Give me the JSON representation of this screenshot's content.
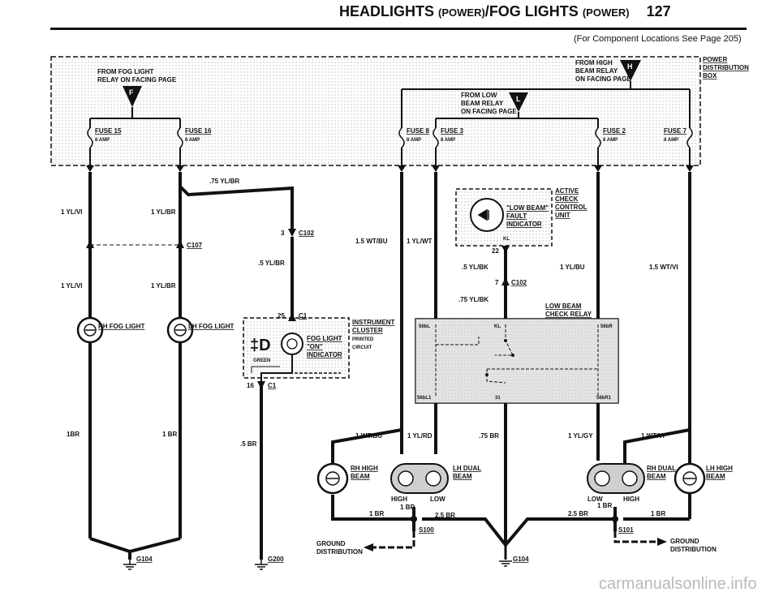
{
  "header": {
    "title_main": "HEADLIGHTS",
    "title_power1": "(POWER)",
    "title_slash": "/",
    "title_fog": "FOG LIGHTS",
    "title_power2": "(POWER)",
    "page_number": "127",
    "subtitle": "(For Component Locations See Page 205)"
  },
  "distribution_box": {
    "label_line1": "POWER",
    "label_line2": "DISTRIBUTION",
    "label_line3": "BOX",
    "from_fog_l1": "FROM FOG LIGHT",
    "from_fog_l2": "RELAY ON FACING PAGE",
    "from_fog_letter": "F",
    "from_high_l1": "FROM HIGH",
    "from_high_l2": "BEAM RELAY",
    "from_high_l3": "ON FACING PAGE",
    "from_high_letter": "H",
    "from_low_l1": "FROM LOW",
    "from_low_l2": "BEAM RELAY",
    "from_low_l3": "ON FACING PAGE",
    "from_low_letter": "L",
    "fuses": [
      {
        "name": "FUSE 15",
        "amp": "8 AMP"
      },
      {
        "name": "FUSE 16",
        "amp": "8 AMP"
      },
      {
        "name": "FUSE 8",
        "amp": "8 AMP"
      },
      {
        "name": "FUSE 3",
        "amp": "8 AMP"
      },
      {
        "name": "FUSE 2",
        "amp": "8 AMP"
      },
      {
        "name": "FUSE 7",
        "amp": "8 AMP"
      }
    ]
  },
  "wires": {
    "w_75ylbr_top": ".75 YL/BR",
    "w_1ylvi_a": "1 YL/VI",
    "w_1ylbr_a": "1 YL/BR",
    "w_1ylvi_b": "1 YL/VI",
    "w_1ylbr_b": "1 YL/BR",
    "w_5ylbr": ".5 YL/BR",
    "w_15wtbu": "1.5 WT/BU",
    "w_1ylwt": "1 YL/WT",
    "w_5ylbk": ".5 YL/BK",
    "w_75ylbk": ".75 YL/BK",
    "w_1ylbu": "1 YL/BU",
    "w_15wtvi": "1.5 WT/VI",
    "w_1br_left": "1BR",
    "w_1br_fog": "1 BR",
    "w_5br": ".5 BR",
    "w_1wtbu": "1 WT/BU",
    "w_1ylrd": "1 YL/RD",
    "w_75br": ".75 BR",
    "w_1ylgy": "1 YL/GY",
    "w_1wtvi": "1 WT/VI",
    "w_1br_g1": "1 BR",
    "w_1br_g2": "1 BR",
    "w_25br_a": "2.5 BR",
    "w_25br_b": "2.5 BR",
    "w_1br_g3": "1 BR",
    "w_1br_g4": "1 BR"
  },
  "connectors": {
    "c102_pin": "3",
    "c102": "C102",
    "c107": "C107",
    "c1_pin_top": "25",
    "c1_top": "C1",
    "c1_pin_bot": "16",
    "c1_bot": "C1",
    "c102b_pin": "7",
    "c102b": "C102",
    "pin22": "22"
  },
  "components": {
    "rh_fog": "RH FOG LIGHT",
    "lh_fog": "LH FOG LIGHT",
    "cluster_l1": "INSTRUMENT",
    "cluster_l2": "CLUSTER",
    "cluster_l3": "PRINTED",
    "cluster_l4": "CIRCUIT",
    "green": "GREEN",
    "fog_ind_l1": "FOG LIGHT",
    "fog_ind_l2": "\"ON\"",
    "fog_ind_l3": "INDICATOR",
    "acc_l1": "ACTIVE",
    "acc_l2": "CHECK",
    "acc_l3": "CONTROL",
    "acc_l4": "UNIT",
    "lowbeam_ind_l1": "\"LOW BEAM\"",
    "lowbeam_ind_l2": "FAULT",
    "lowbeam_ind_l3": "INDICATOR",
    "kl": "KL",
    "relay_l1": "LOW BEAM",
    "relay_l2": "CHECK RELAY",
    "relay_56bl": "56bL",
    "relay_kl": "KL",
    "relay_56br": "56bR",
    "relay_56bl1": "56bL1",
    "relay_31": "31",
    "relay_56br1": "56bR1",
    "rh_high_l1": "RH HIGH",
    "rh_high_l2": "BEAM",
    "lh_dual_l1": "LH DUAL",
    "lh_dual_l2": "BEAM",
    "high_a": "HIGH",
    "low_a": "LOW",
    "low_b": "LOW",
    "high_b": "HIGH",
    "rh_dual_l1": "RH DUAL",
    "rh_dual_l2": "BEAM",
    "lh_high_l1": "LH HIGH",
    "lh_high_l2": "BEAM"
  },
  "grounds": {
    "g104_a": "G104",
    "g200": "G200",
    "g104_b": "G104",
    "s100": "S100",
    "s101": "S101",
    "gnd_dist_l1": "GROUND",
    "gnd_dist_l2": "DISTRIBUTION",
    "gnd_dist_r1": "GROUND",
    "gnd_dist_r2": "DISTRIBUTION"
  },
  "watermark": "carmanualsonline.info"
}
